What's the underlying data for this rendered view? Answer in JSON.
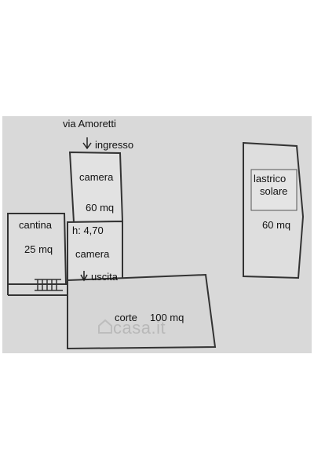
{
  "street": {
    "name": "via Amoretti"
  },
  "rooms": {
    "entrance": "ingresso",
    "camera_top": {
      "label": "camera",
      "area": "60 mq"
    },
    "cantina": {
      "label": "cantina",
      "area": "25 mq"
    },
    "camera_bottom": {
      "label": "camera",
      "height": "h: 4,70"
    },
    "exit": "uscita",
    "corte": {
      "label": "corte",
      "area": "100 mq"
    },
    "lastrico": {
      "label_line1": "lastrico",
      "label_line2": "solare",
      "area": "60 mq"
    }
  },
  "watermark": "casa.it",
  "colors": {
    "background": "#d9d9d9",
    "wall": "#333333",
    "room_fill": "#dcdcdc"
  },
  "icons": {
    "entrance_arrow": "arrow-down-icon",
    "exit_arrow": "arrow-down-icon",
    "watermark_logo": "house-icon"
  }
}
